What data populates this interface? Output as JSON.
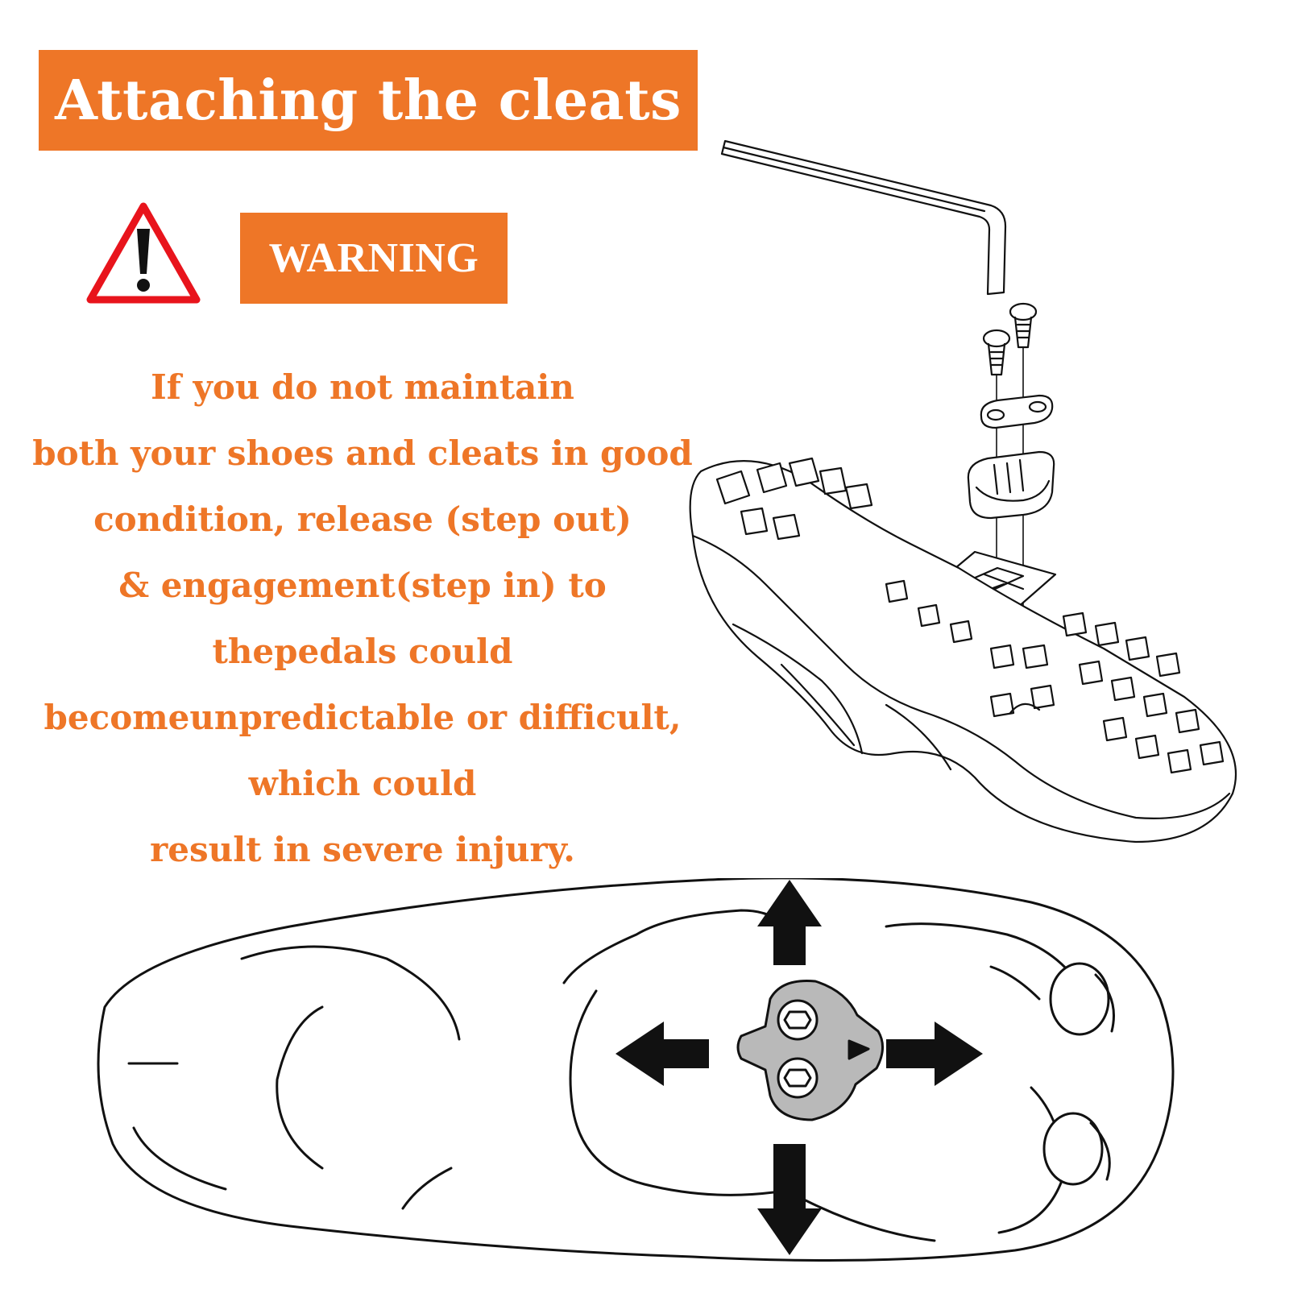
{
  "title": "Attaching the cleats",
  "warning": {
    "label": "WARNING",
    "icon": "warning-triangle-icon"
  },
  "message_lines": [
    "If you do not maintain",
    "both your shoes and cleats in good",
    "condition, release (step out)",
    "& engagement(step in) to",
    "thepedals could",
    "becomeunpredictable or difficult,",
    "which could",
    "result in severe injury."
  ],
  "colors": {
    "accent": "#ee7627",
    "warning_red": "#e8141c",
    "text_on_accent": "#ffffff"
  },
  "illustrations": {
    "top": "exploded-view-shoe-cleat-icon",
    "bottom": "sole-cleat-adjustment-icon"
  }
}
